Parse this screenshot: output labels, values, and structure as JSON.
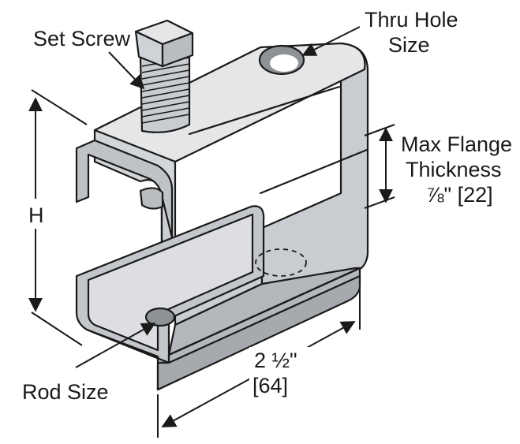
{
  "labels": {
    "set_screw": "Set Screw",
    "thru_hole_line1": "Thru Hole",
    "thru_hole_line2": "Size",
    "max_flange_line1": "Max Flange",
    "max_flange_line2": "Thickness",
    "max_flange_line3": "⅞\" [22]",
    "height": "H",
    "width_line1": "2 ½\"",
    "width_line2": "[64]",
    "rod_size": "Rod Size"
  },
  "colors": {
    "metal_face": "#d7d9dc",
    "metal_top": "#e4e6e8",
    "metal_dark": "#b9bcc0",
    "metal_shadow": "#a6a9ae",
    "outline": "#1a1a1a"
  }
}
